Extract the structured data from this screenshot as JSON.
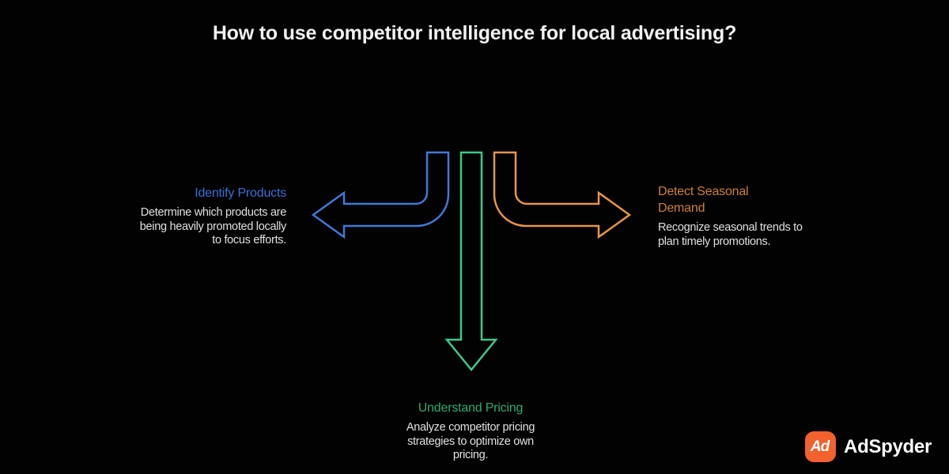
{
  "title": "How to use competitor intelligence for local advertising?",
  "colors": {
    "background": "#020202",
    "blue_arrow": "#4377d6",
    "green_arrow": "#3cc98b",
    "orange_arrow": "#e6954b",
    "blue_heading": "#3b6fd3",
    "orange_heading": "#ce8230",
    "green_heading": "#2eac6e",
    "logo_orange": "#f2612e"
  },
  "branches": [
    {
      "heading": "Identify Products",
      "body": "Determine which products are being heavily promoted locally to focus efforts.",
      "arrow_direction": "left",
      "color": "#3b6fd3"
    },
    {
      "heading": "Detect Seasonal Demand",
      "body": "Recognize seasonal trends to plan timely promotions.",
      "arrow_direction": "right",
      "color": "#ce8230"
    },
    {
      "heading": "Understand Pricing",
      "body": "Analyze competitor pricing strategies to optimize own pricing.",
      "arrow_direction": "down",
      "color": "#2eac6e"
    }
  ],
  "logo": {
    "icon_text": "Ad",
    "brand": "AdSpyder"
  }
}
